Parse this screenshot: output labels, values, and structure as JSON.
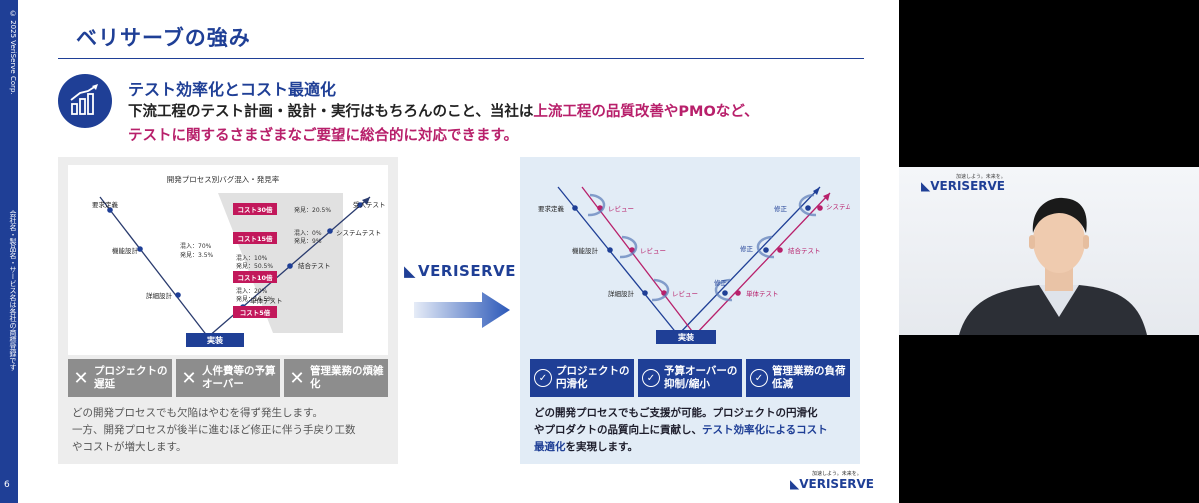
{
  "left_bar": {
    "copyright": "© 2025 VeriServe Corp.",
    "notice": "会社名・製品名・サービス名は各社の商標登録です",
    "page_number": "6"
  },
  "slide": {
    "title": "ベリサーブの強み",
    "subtitle": "テスト効率化とコスト最適化",
    "para_line1_a": "下流工程のテスト計画・設計・実行はもちろんのこと、当社は",
    "para_line1_hl": "上流工程の品質改善やPMOなど、",
    "para_line2_hl": "テストに関するさまざまなご要望に総合的に対応できます。"
  },
  "left_panel": {
    "chart_title": "開発プロセス別バグ混入・発見率",
    "stages_left": [
      "要求定義",
      "機能設計",
      "詳細設計"
    ],
    "stages_right": [
      "受入テスト",
      "システムテスト",
      "結合テスト",
      "単体テスト"
    ],
    "impl": "実装",
    "stat_mid": [
      "混入：70%",
      "発見：3.5%"
    ],
    "stat_1": [
      "発見：20.5%"
    ],
    "stat_2": [
      "混入：0%",
      "発見：9%"
    ],
    "stat_3": [
      "混入：10%",
      "発見：50.5%"
    ],
    "stat_4": [
      "混入：20%",
      "発見：16.5%"
    ],
    "cost_labels": [
      "コスト30倍",
      "コスト15倍",
      "コスト10倍",
      "コスト5倍"
    ],
    "boxes": [
      "プロジェクトの遅延",
      "人件費等の予算オーバー",
      "管理業務の煩雑化"
    ],
    "footer": [
      "どの開発プロセスでも欠陥はやむを得ず発生します。",
      "一方、開発プロセスが後半に進むほど修正に伴う手戻り工数",
      "やコストが増大します。"
    ]
  },
  "right_panel": {
    "stages_left": [
      "要求定義",
      "機能設計",
      "詳細設計"
    ],
    "review": "レビュー",
    "fix": "修正",
    "stages_right": [
      "システムテスト",
      "結合テスト",
      "単体テスト"
    ],
    "impl": "実装",
    "boxes": [
      "プロジェクトの円滑化",
      "予算オーバーの抑制/縮小",
      "管理業務の負荷低減"
    ],
    "footer_line1": "どの開発プロセスでもご支援が可能。プロジェクトの円滑化",
    "footer_line2_a": "やプロダクトの品質向上に貢献し、",
    "footer_line2_hl": "テスト効率化によるコスト",
    "footer_line3_hl": "最適化",
    "footer_line3_b": "を実現します。"
  },
  "brand": {
    "logo": "VERISERVE",
    "tagline": "加速しよう。未来を。"
  },
  "colors": {
    "brand_blue": "#1f3f96",
    "highlight_magenta": "#b8206b",
    "cost_badge": "#c2185b",
    "panel_grey": "#ededed",
    "panel_blue": "#e2ecf6"
  },
  "icons": [
    "bar-chart-arrow-icon",
    "cross-icon",
    "check-circle-icon",
    "right-arrow-icon",
    "veriserve-mark-icon"
  ]
}
